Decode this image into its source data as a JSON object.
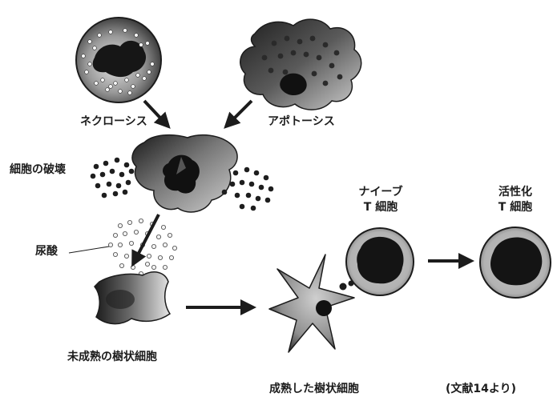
{
  "labels": {
    "necrosis": "ネクローシス",
    "apoptosis": "アポトーシス",
    "cell_destruction": "細胞の破壊",
    "uric_acid": "尿酸",
    "naive_t_line1": "ナイーブ",
    "naive_t_line2": "T 細胞",
    "activated_t_line1": "活性化",
    "activated_t_line2": "T 細胞",
    "immature_dc": "未成熟の樹状細胞",
    "mature_dc": "成熟した樹状細胞",
    "citation": "(文献14より)"
  },
  "colors": {
    "ink": "#1c1c1c",
    "cell_dark": "#2a2a2a",
    "cell_mid": "#8a8a8a",
    "cell_light": "#d6d6d6",
    "background": "#ffffff"
  }
}
